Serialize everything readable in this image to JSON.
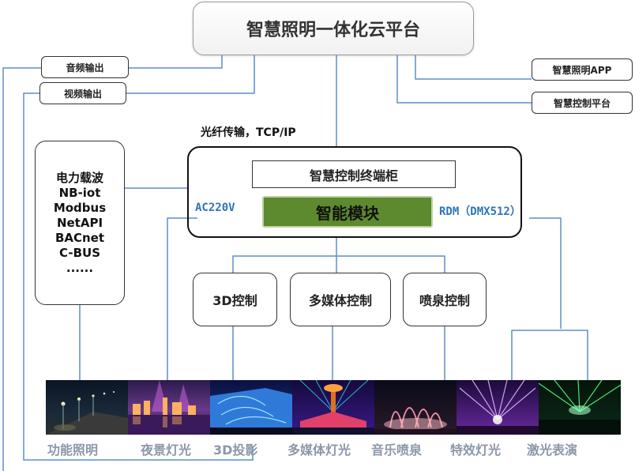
{
  "platform": "智慧照明一体化云平台",
  "left_outputs": [
    "音频输出",
    "视频输出"
  ],
  "right_outputs": [
    "智慧照明APP",
    "智慧控制平台"
  ],
  "transport": "光纤传输，TCP/IP",
  "protocols": [
    "电力载波",
    "NB-iot",
    "Modbus",
    "NetAPI",
    "BACnet",
    "C-BUS",
    "......"
  ],
  "terminal_cabinet": "智慧控制终端柜",
  "module": "智能模块",
  "ac_label": "AC220V",
  "rdm_label": "RDM（DMX512）",
  "controls": [
    "3D控制",
    "多媒体控制",
    "喷泉控制"
  ],
  "applications": [
    "功能照明",
    "夜景灯光",
    "3D投影",
    "多媒体灯光",
    "音乐喷泉",
    "特效灯光",
    "激光表演"
  ],
  "colors": {
    "line": "#5b8fc9",
    "module_fill": "#5d8a2f",
    "accent_text": "#2e75b6",
    "label_gray": "#8c97aa"
  }
}
